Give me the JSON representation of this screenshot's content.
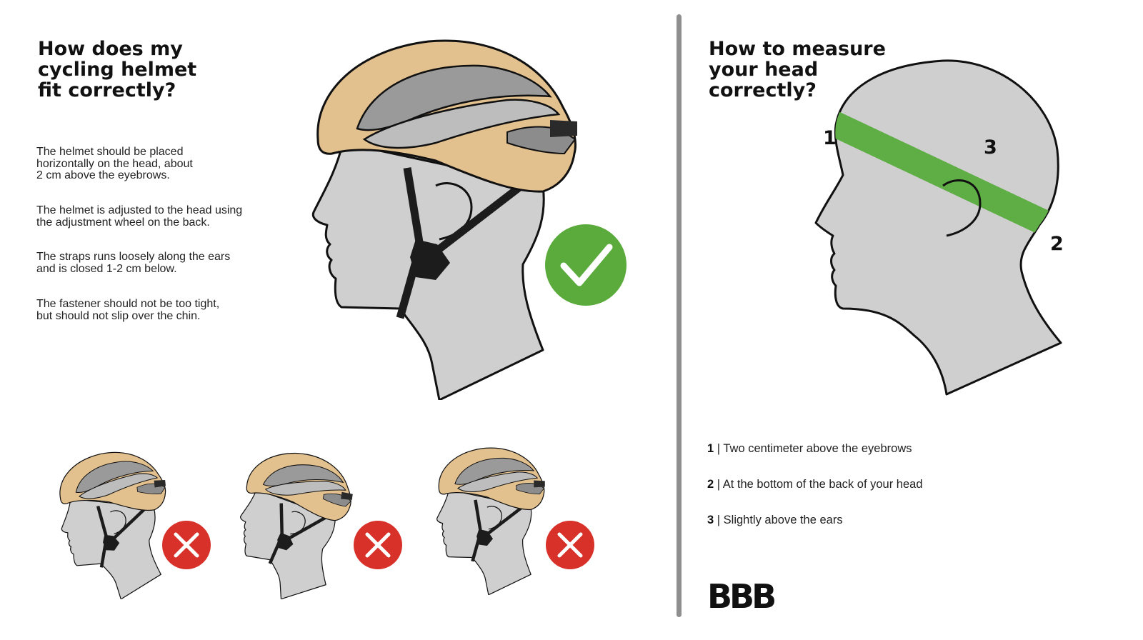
{
  "fit": {
    "title": "How does my\ncycling helmet\nfit correctly?",
    "paragraphs": [
      "The helmet should be placed\nhorizontally on the head, about\n2 cm above the eyebrows.",
      "The helmet is adjusted to the head using\nthe adjustment wheel on the back.",
      "The straps runs loosely along the ears\nand is closed 1-2 cm below.",
      "The fastener should not be too tight,\nbut should not slip over the chin."
    ]
  },
  "measure": {
    "title": "How to measure\nyour head\ncorrectly?",
    "markers": [
      "1",
      "2",
      "3"
    ],
    "steps": [
      {
        "num": "1",
        "text": "| Two centimeter above the eyebrows"
      },
      {
        "num": "2",
        "text": "| At the bottom of the back of your head"
      },
      {
        "num": "3",
        "text": "| Slightly above the ears"
      }
    ]
  },
  "logo": "BBB",
  "colors": {
    "helmet": "#e3c18f",
    "head": "#cfcfcf",
    "strap": "#1c1c1c",
    "correct": "#5aab3c",
    "wrong": "#d7312a",
    "band": "#5fae45",
    "divider": "#8f8f8f"
  },
  "icons": {
    "correct": "checkmark-icon",
    "wrong": "cross-icon"
  }
}
